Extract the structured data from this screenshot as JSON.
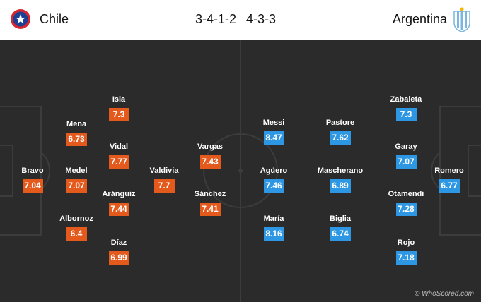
{
  "header": {
    "home_team": "Chile",
    "home_formation": "3-4-1-2",
    "away_formation": "4-3-3",
    "away_team": "Argentina"
  },
  "colors": {
    "home": "#e45a1d",
    "away": "#2d97e3",
    "pitch": "#2b2b2b",
    "lines": "#3c3c3c"
  },
  "icons": {
    "home_crest": "chile-crest-icon",
    "away_crest": "argentina-crest-icon"
  },
  "home_players": [
    {
      "name": "Isla",
      "rating": "7.3"
    },
    {
      "name": "Mena",
      "rating": "6.73"
    },
    {
      "name": "Vidal",
      "rating": "7.77"
    },
    {
      "name": "Vargas",
      "rating": "7.43"
    },
    {
      "name": "Bravo",
      "rating": "7.04"
    },
    {
      "name": "Medel",
      "rating": "7.07"
    },
    {
      "name": "Valdivia",
      "rating": "7.7"
    },
    {
      "name": "Aránguiz",
      "rating": "7.44"
    },
    {
      "name": "Sánchez",
      "rating": "7.41"
    },
    {
      "name": "Albornoz",
      "rating": "6.4"
    },
    {
      "name": "Díaz",
      "rating": "6.99"
    }
  ],
  "away_players": [
    {
      "name": "Zabaleta",
      "rating": "7.3"
    },
    {
      "name": "Messi",
      "rating": "8.47"
    },
    {
      "name": "Pastore",
      "rating": "7.62"
    },
    {
      "name": "Garay",
      "rating": "7.07"
    },
    {
      "name": "Agüero",
      "rating": "7.46"
    },
    {
      "name": "Mascherano",
      "rating": "6.89"
    },
    {
      "name": "Romero",
      "rating": "6.77"
    },
    {
      "name": "Otamendi",
      "rating": "7.28"
    },
    {
      "name": "María",
      "rating": "8.16"
    },
    {
      "name": "Biglia",
      "rating": "6.74"
    },
    {
      "name": "Rojo",
      "rating": "7.18"
    }
  ],
  "footer": {
    "credit": "© WhoScored.com"
  }
}
